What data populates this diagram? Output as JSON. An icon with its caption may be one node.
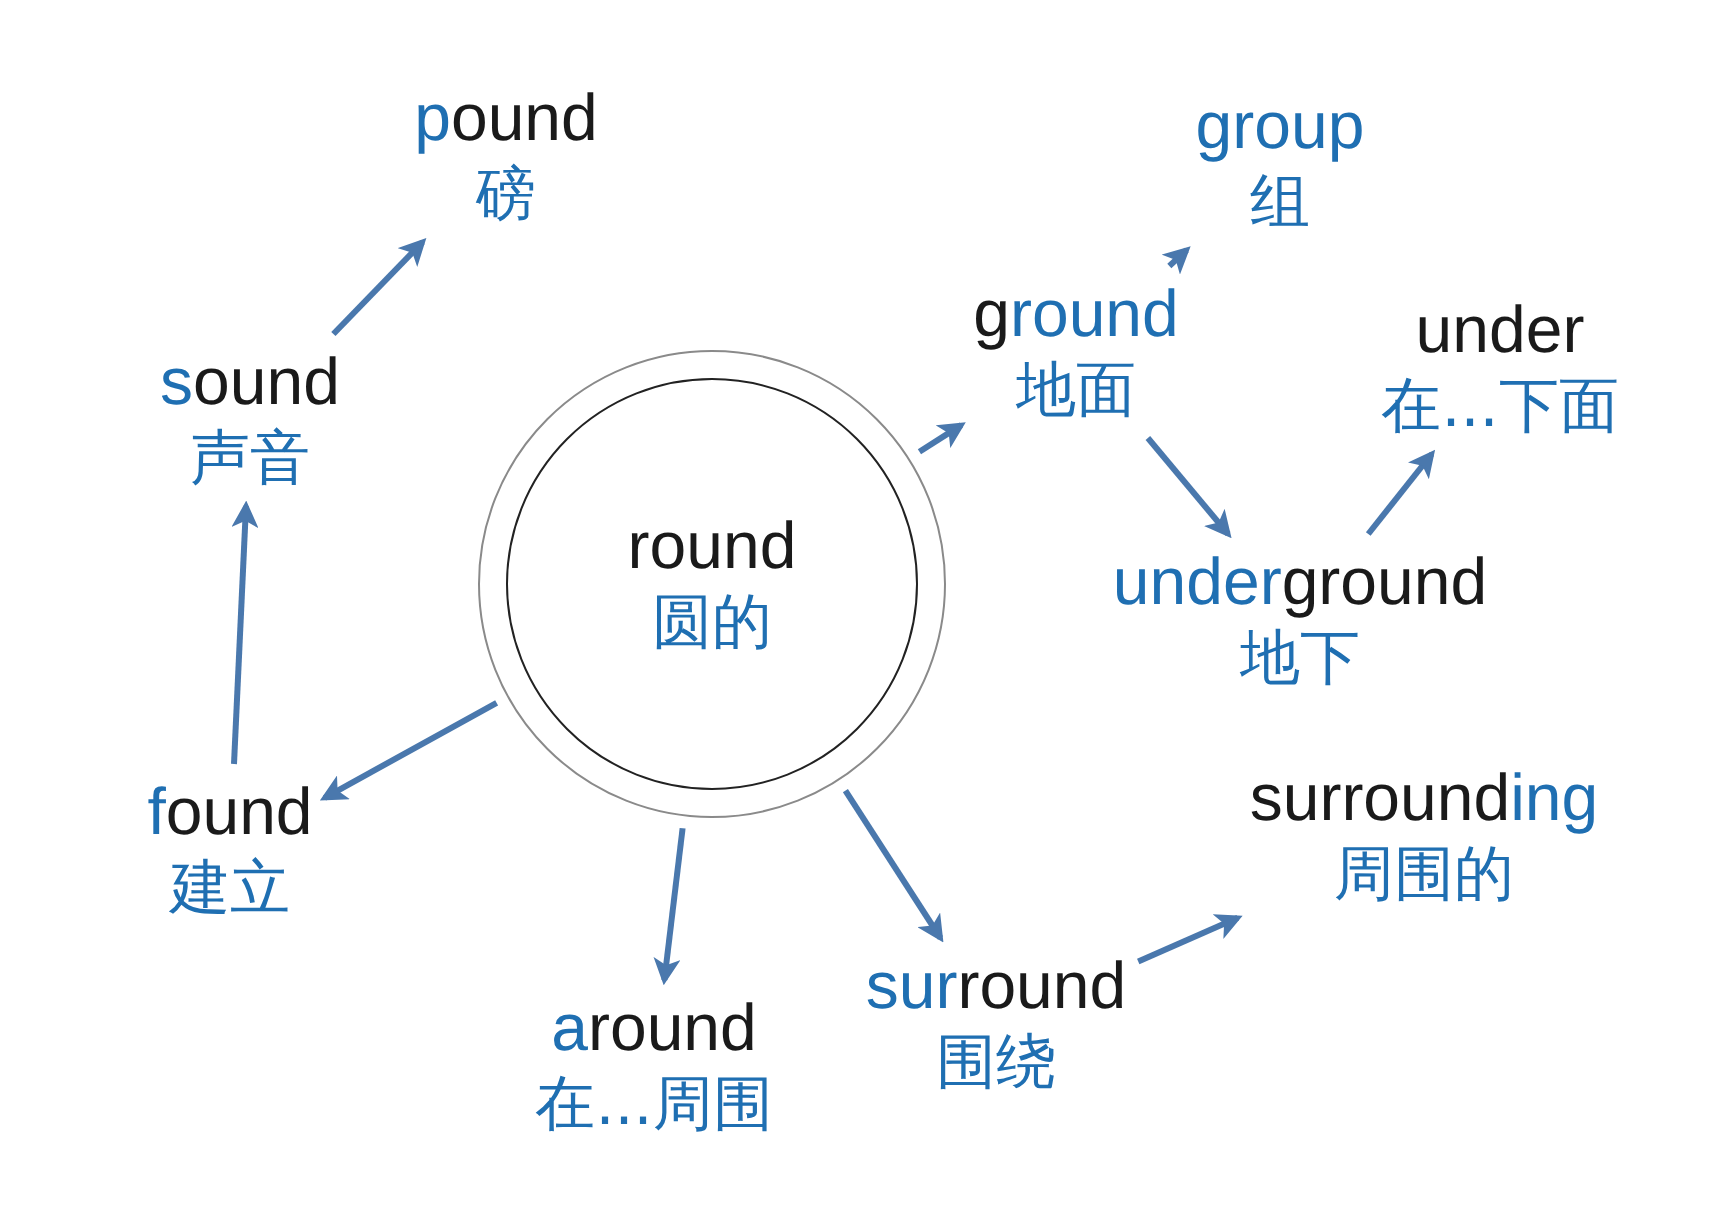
{
  "diagram": {
    "nodes": [
      {
        "text": [
          "round",
          "圆的"
        ]
      },
      {
        "text": [
          "pound",
          "磅"
        ]
      },
      {
        "text": [
          "sound",
          "声音"
        ]
      },
      {
        "text": [
          "found",
          "建立"
        ]
      },
      {
        "text": [
          "ground",
          "地面"
        ]
      },
      {
        "text": [
          "group",
          "组"
        ]
      },
      {
        "text": [
          "under",
          "在...下面"
        ]
      },
      {
        "text": [
          "underground",
          "地下"
        ]
      },
      {
        "text": [
          "around",
          "在...周围"
        ]
      },
      {
        "text": [
          "surround",
          "围绕"
        ]
      },
      {
        "text": [
          "surrounding",
          "周围的"
        ]
      }
    ],
    "edges": [
      {
        "from": 0,
        "to": 4,
        "arrow": "to"
      },
      {
        "from": 4,
        "to": 5,
        "arrow": "to"
      },
      {
        "from": 4,
        "to": 7,
        "arrow": "to"
      },
      {
        "from": 7,
        "to": 6,
        "arrow": "to"
      },
      {
        "from": 0,
        "to": 3,
        "arrow": "to"
      },
      {
        "from": 3,
        "to": 2,
        "arrow": "to"
      },
      {
        "from": 2,
        "to": 1,
        "arrow": "to"
      },
      {
        "from": 0,
        "to": 8,
        "arrow": "to"
      },
      {
        "from": 0,
        "to": 9,
        "arrow": "to"
      },
      {
        "from": 9,
        "to": 10,
        "arrow": "to"
      }
    ]
  }
}
